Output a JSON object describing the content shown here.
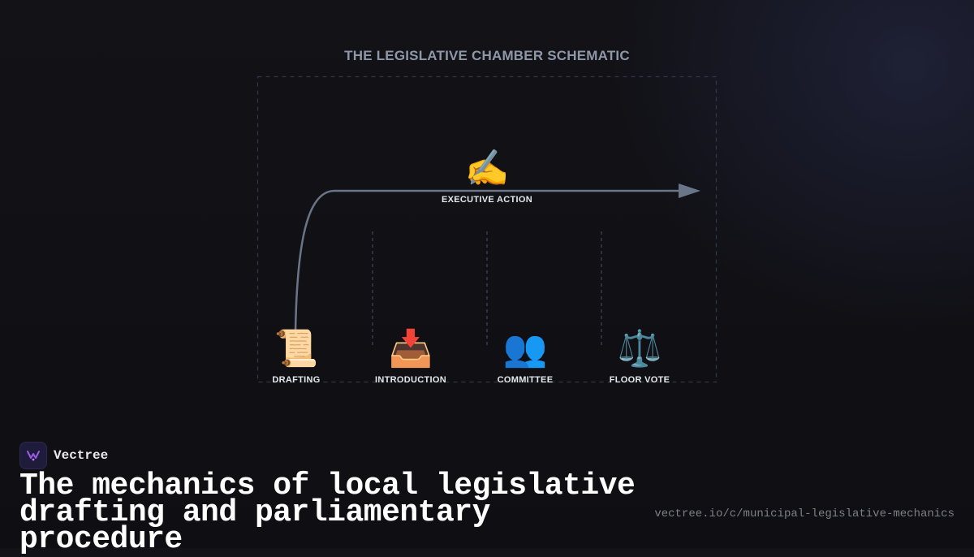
{
  "diagram": {
    "title": "THE LEGISLATIVE CHAMBER SCHEMATIC",
    "executive": {
      "icon": "writing-hand-icon",
      "glyph": "✍️",
      "label": "EXECUTIVE ACTION"
    },
    "stages": [
      {
        "icon": "scroll-icon",
        "glyph": "📜",
        "label": "DRAFTING"
      },
      {
        "icon": "inbox-tray-icon",
        "glyph": "📥",
        "label": "INTRODUCTION"
      },
      {
        "icon": "people-icon",
        "glyph": "👥",
        "label": "COMMITTEE"
      },
      {
        "icon": "balance-scale-icon",
        "glyph": "⚖️",
        "label": "FLOOR VOTE"
      }
    ],
    "colors": {
      "arrow": "#6b7588",
      "frame": "#2e3648",
      "divider": "#3a4356"
    }
  },
  "brand": {
    "name": "Vectree",
    "logo_icon": "vectree-logo-icon",
    "accent": "#9b5de5"
  },
  "headline": "The mechanics of local legislative drafting and parliamentary procedure",
  "url": "vectree.io/c/municipal-legislative-mechanics"
}
